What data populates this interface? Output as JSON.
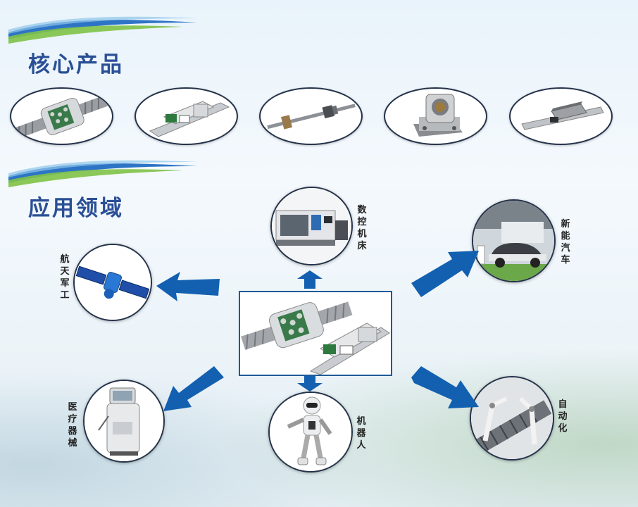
{
  "sections": {
    "products_title": "核心产品",
    "applications_title": "应用领域"
  },
  "products": [
    {
      "icon": "ball-screw-nut-icon"
    },
    {
      "icon": "linear-guide-block-icon"
    },
    {
      "icon": "ball-screw-shaft-icon"
    },
    {
      "icon": "screw-support-unit-icon"
    },
    {
      "icon": "linear-rail-icon"
    }
  ],
  "applications": {
    "cnc": "数控机床",
    "aerospace": "航天军工",
    "new_energy_vehicle": "新能汽车",
    "medical": "医疗器械",
    "robot": "机器人",
    "automation": "自动化"
  },
  "colors": {
    "title": "#2a4f96",
    "arrow": "#1360b0",
    "border": "#25334a",
    "swoosh_blue": "#2e74c6",
    "swoosh_green": "#7fc247"
  }
}
